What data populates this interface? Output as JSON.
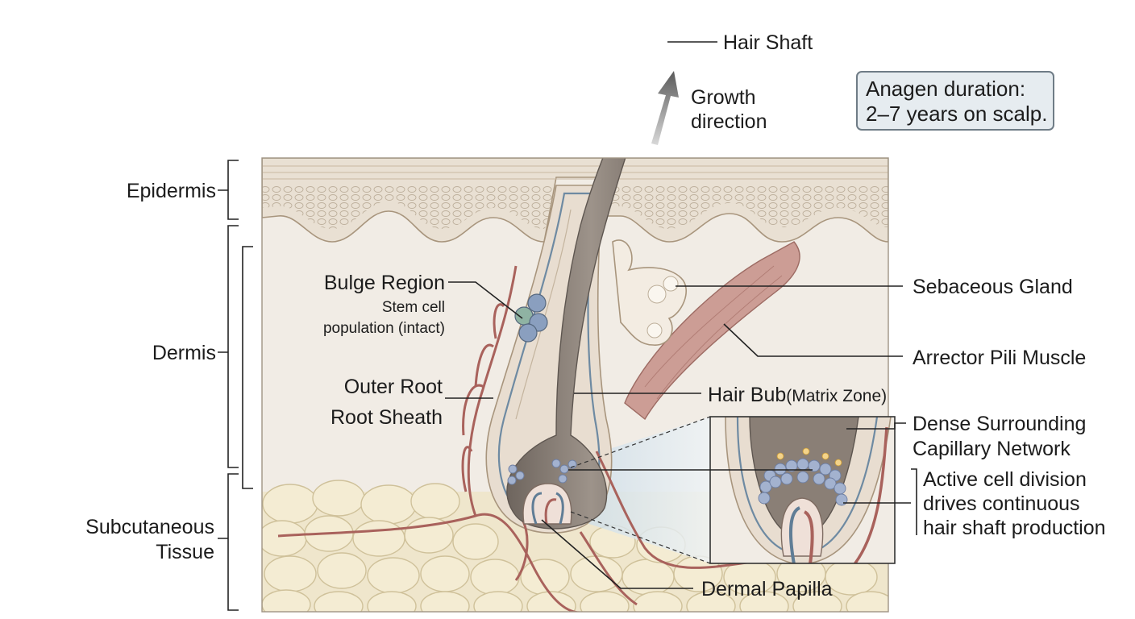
{
  "labels": {
    "hair_shaft": "Hair Shaft",
    "growth_direction": [
      "Growth",
      "direction"
    ],
    "epidermis": "Epidermis",
    "dermis": "Dermis",
    "subcutaneous": [
      "Subcutaneous",
      "Tissue"
    ],
    "bulge_region": "Bulge Region",
    "stem_cell": [
      "Stem cell",
      "population (intact)"
    ],
    "outer_root_sheath": [
      "Outer Root",
      "Root Sheath"
    ],
    "sebaceous_gland": "Sebaceous Gland",
    "arrector_pili": "Arrector Pili Muscle",
    "hair_bulb": "Hair Bub",
    "matrix_zone": "(Matrix Zone)",
    "capillary": [
      "Dense Surrounding",
      "Capillary Network"
    ],
    "cell_division": [
      "Active cell division",
      "drives continuous",
      "hair shaft production"
    ],
    "dermal_papilla": "Dermal Papilla"
  },
  "note": [
    "Anagen duration:",
    "2–7 years on scalp."
  ],
  "colors": {
    "skin_surface": "#e9e0d3",
    "dermis": "#f1ece5",
    "fat": "#efe6cc",
    "hair": "#8a7f76",
    "vessel_red": "#a9625c",
    "vessel_blue": "#607d96",
    "muscle": "#cc9d95",
    "stem_cell": "#8a9fbf",
    "inset_glow": "#dbe7ef"
  }
}
